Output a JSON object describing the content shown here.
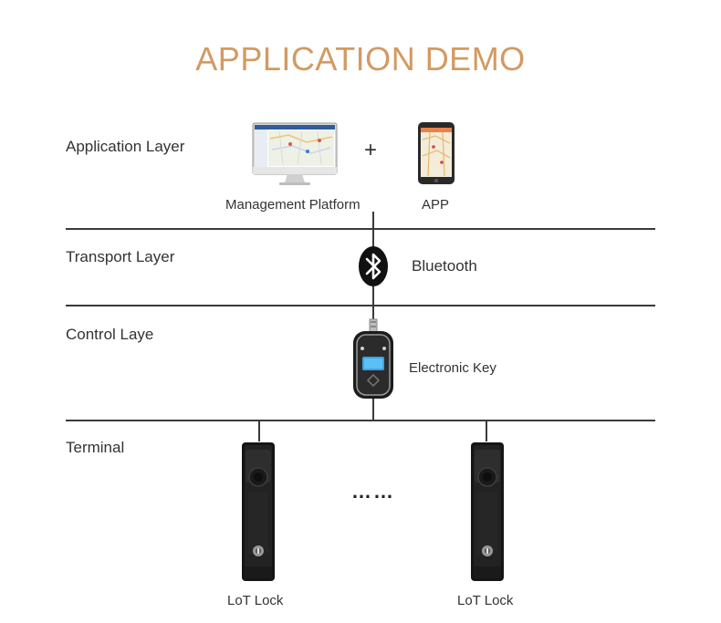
{
  "title": "APPLICATION DEMO",
  "layers": {
    "application": "Application Layer",
    "transport": "Transport Layer",
    "control": "Control Laye",
    "terminal": "Terminal"
  },
  "nodes": {
    "management_platform": "Management Platform",
    "plus": "+",
    "app": "APP",
    "bluetooth": "Bluetooth",
    "electronic_key": "Electronic Key",
    "lock_left": "LoT Lock",
    "ellipsis": "……",
    "lock_right": "LoT Lock"
  },
  "icons": [
    "desktop-monitor-icon",
    "tablet-icon",
    "bluetooth-icon",
    "electronic-key-icon",
    "iot-lock-icon"
  ],
  "colors": {
    "title": "#d39a62",
    "lines": "#3a3a3a",
    "text": "#333333"
  }
}
